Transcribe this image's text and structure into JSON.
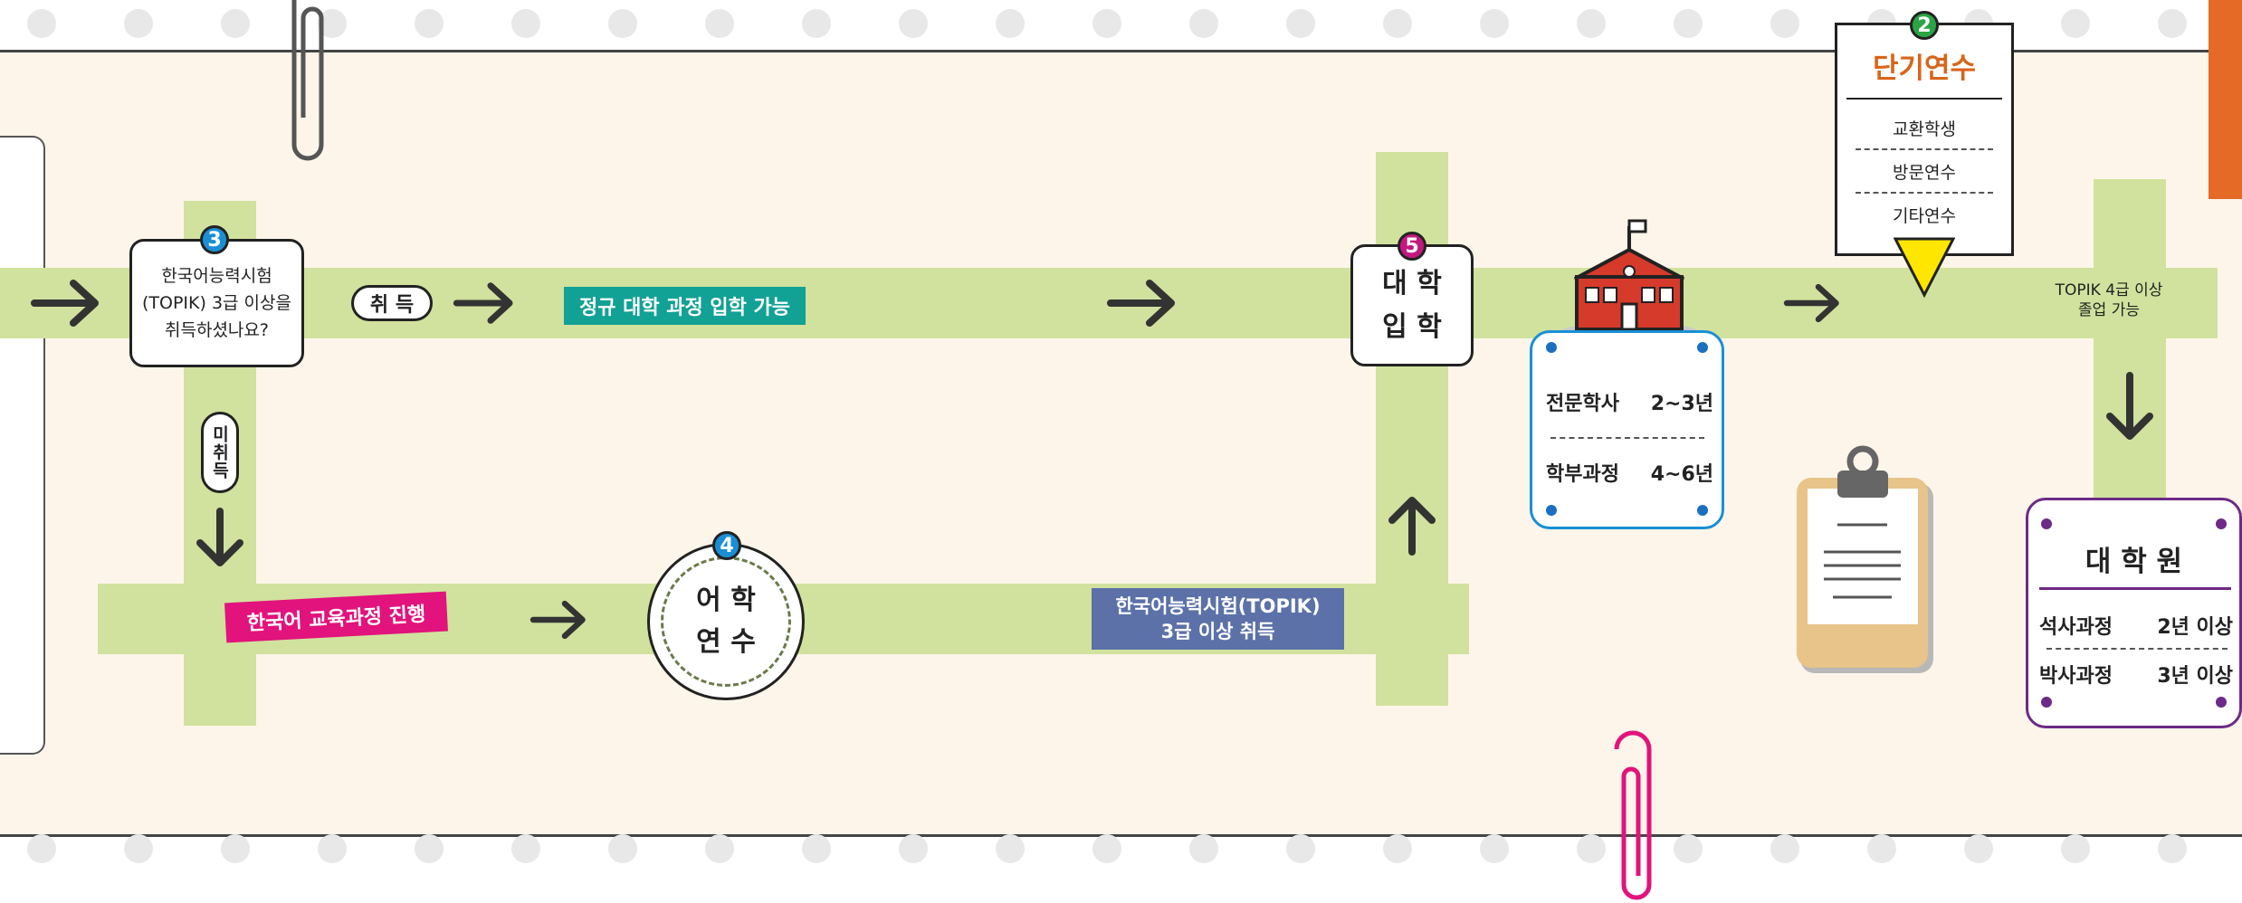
{
  "colors": {
    "tape": "#d0e29d",
    "panel": "#fdf5e9",
    "teal": "#12a195",
    "magenta": "#e2137c",
    "slate": "#5b71a8",
    "orange": "#d9651b",
    "purple": "#6d2a86",
    "blue_badge": "#1a8fd6",
    "pink_badge": "#c2187f",
    "green_badge": "#2aa544",
    "yellow": "#ffe600",
    "building": "#d63a2a"
  },
  "step3": {
    "number": "3",
    "question": [
      "한국어능력시험",
      "(TOPIK) 3급 이상을",
      "취득하셨나요?"
    ]
  },
  "yes_label": "취 득",
  "no_label": "미취득",
  "yes_result": "정규 대학 과정 입학 가능",
  "korean_course": "한국어 교육과정 진행",
  "step4": {
    "number": "4",
    "line1": "어 학",
    "line2": "연 수"
  },
  "topik_result": [
    "한국어능력시험(TOPIK)",
    "3급 이상 취득"
  ],
  "step5": {
    "number": "5",
    "line1": "대 학",
    "line2": "입 학"
  },
  "university": {
    "rows": [
      {
        "name": "전문학사",
        "years": "2~3년"
      },
      {
        "name": "학부과정",
        "years": "4~6년"
      }
    ]
  },
  "step2": {
    "number": "2",
    "title": "단기연수",
    "items": [
      "교환학생",
      "방문연수",
      "기타연수"
    ]
  },
  "graduation": [
    "TOPIK 4급 이상",
    "졸업 가능"
  ],
  "graduate_school": {
    "title": "대 학 원",
    "rows": [
      {
        "name": "석사과정",
        "years": "2년 이상"
      },
      {
        "name": "박사과정",
        "years": "3년 이상"
      }
    ]
  },
  "icons": [
    "paperclip-icon",
    "university-building-icon",
    "clipboard-icon",
    "arrow-right-icon",
    "arrow-down-icon",
    "arrow-up-icon"
  ]
}
